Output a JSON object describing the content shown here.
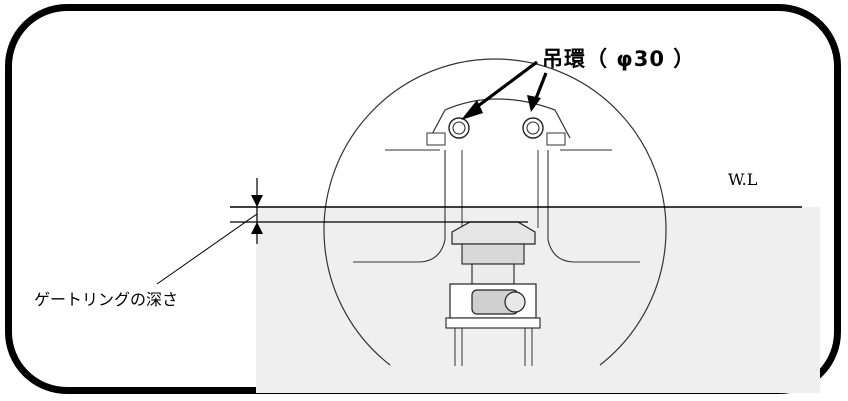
{
  "labels": {
    "lifting_ring": "吊環（ φ30 ）",
    "water_level": "W.L",
    "gate_ring_depth": "ゲートリングの深さ"
  },
  "colors": {
    "water": "#efefef",
    "line": "#000000",
    "frame": "#000000"
  }
}
